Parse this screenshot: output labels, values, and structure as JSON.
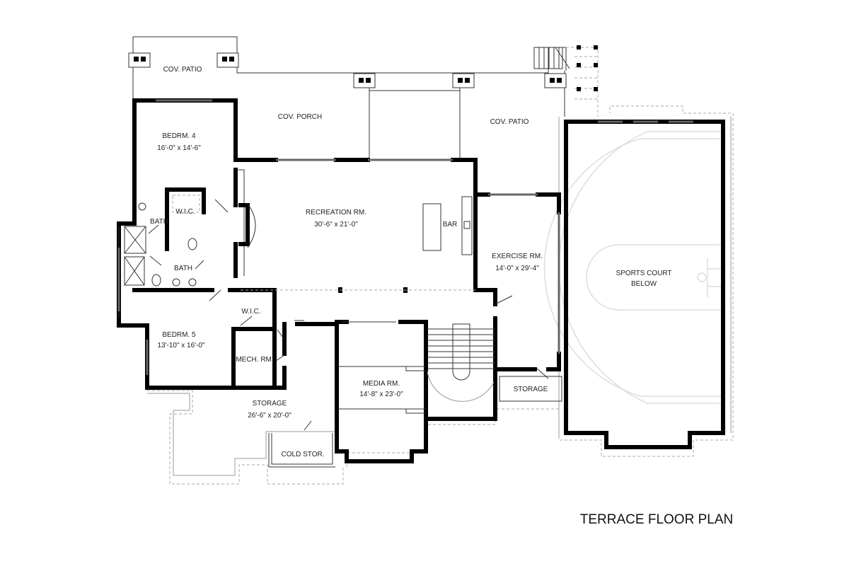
{
  "plan": {
    "title": "TERRACE FLOOR PLAN",
    "rooms": {
      "cov_patio_left": {
        "name": "COV. PATIO"
      },
      "cov_porch": {
        "name": "COV. PORCH"
      },
      "cov_patio_right": {
        "name": "COV. PATIO"
      },
      "bedroom4": {
        "name": "BEDRM. 4",
        "size": "16'-0\" x 14'-6\""
      },
      "recreation": {
        "name": "RECREATION RM.",
        "size": "30'-6\" x 21'-0\""
      },
      "bar": {
        "name": "BAR"
      },
      "wic_upper": {
        "name": "W.I.C."
      },
      "bath_upper": {
        "name": "BATH"
      },
      "bath_lower": {
        "name": "BATH"
      },
      "wic_lower": {
        "name": "W.I.C."
      },
      "bedroom5": {
        "name": "BEDRM. 5",
        "size": "13'-10\" x 16'-0\""
      },
      "mech": {
        "name": "MECH. RM."
      },
      "exercise": {
        "name": "EXERCISE RM.",
        "size": "14'-0\" x 29'-4\""
      },
      "sports_court": {
        "name": "SPORTS COURT",
        "name2": "BELOW"
      },
      "media": {
        "name": "MEDIA RM.",
        "size": "14'-8\" x 23'-0\""
      },
      "storage_main": {
        "name": "STORAGE",
        "size": "26'-6\" x 20'-0\""
      },
      "storage_small": {
        "name": "STORAGE"
      },
      "cold_storage": {
        "name": "COLD STOR."
      }
    }
  }
}
